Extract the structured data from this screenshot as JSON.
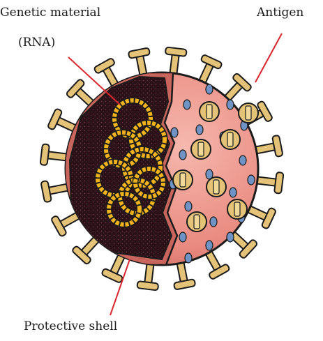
{
  "labels": {
    "genetic_material": "Genetic material",
    "rna": "(RNA)",
    "antigen": "Antigen",
    "protective_shell": "Protective shell"
  },
  "colors": {
    "leader_line": "#d9262c",
    "shell": "#e98a80",
    "shell_light": "#f2aaa0",
    "outline": "#1b1b1b",
    "interior": "#2a1218",
    "rna": "#f2b21c",
    "antigen": "#e4c278",
    "pore": "#6f93c4"
  }
}
